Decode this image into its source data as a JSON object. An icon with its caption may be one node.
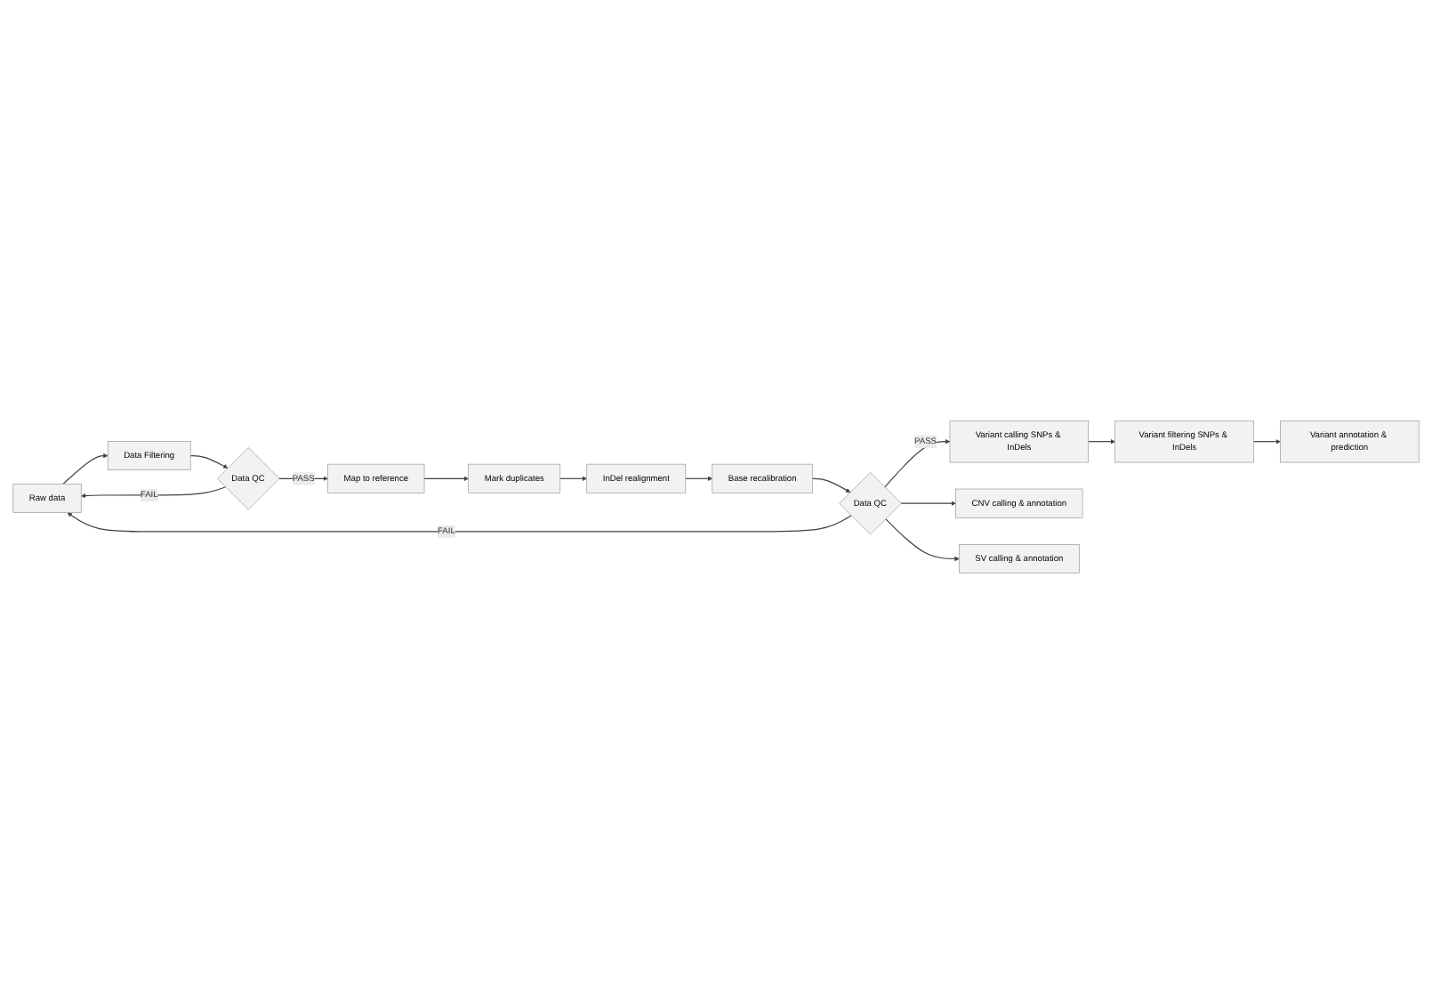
{
  "diagram": {
    "nodes": [
      {
        "text": [
          "Raw data"
        ]
      },
      {
        "text": [
          "Data Filtering"
        ]
      },
      {
        "text": [
          "Data QC"
        ]
      },
      {
        "text": [
          "Map to reference"
        ]
      },
      {
        "text": [
          "Mark duplicates"
        ]
      },
      {
        "text": [
          "InDel realignment"
        ]
      },
      {
        "text": [
          "Base recalibration"
        ]
      },
      {
        "text": [
          "Data QC"
        ]
      },
      {
        "text": [
          "Variant calling SNPs & InDels"
        ]
      },
      {
        "text": [
          "Variant filtering SNPs & InDels"
        ]
      },
      {
        "text": [
          "Variant annotation & prediction"
        ]
      },
      {
        "text": [
          "CNV calling & annotation"
        ]
      },
      {
        "text": [
          "SV calling & annotation"
        ]
      }
    ],
    "edges": [
      {
        "from": 0,
        "to": 1,
        "arrow": "to"
      },
      {
        "from": 1,
        "to": 2,
        "arrow": "to"
      },
      {
        "from": 2,
        "to": 0,
        "arrow": "to",
        "label": "FAIL"
      },
      {
        "from": 2,
        "to": 3,
        "arrow": "to",
        "label": "PASS"
      },
      {
        "from": 3,
        "to": 4,
        "arrow": "to"
      },
      {
        "from": 4,
        "to": 5,
        "arrow": "to"
      },
      {
        "from": 5,
        "to": 6,
        "arrow": "to"
      },
      {
        "from": 6,
        "to": 7,
        "arrow": "to"
      },
      {
        "from": 7,
        "to": 0,
        "arrow": "to",
        "label": "FAIL"
      },
      {
        "from": 7,
        "to": 8,
        "arrow": "to",
        "label": "PASS"
      },
      {
        "from": 7,
        "to": 11,
        "arrow": "to"
      },
      {
        "from": 7,
        "to": 12,
        "arrow": "to"
      },
      {
        "from": 8,
        "to": 9,
        "arrow": "to"
      },
      {
        "from": 9,
        "to": 10,
        "arrow": "to"
      }
    ]
  }
}
